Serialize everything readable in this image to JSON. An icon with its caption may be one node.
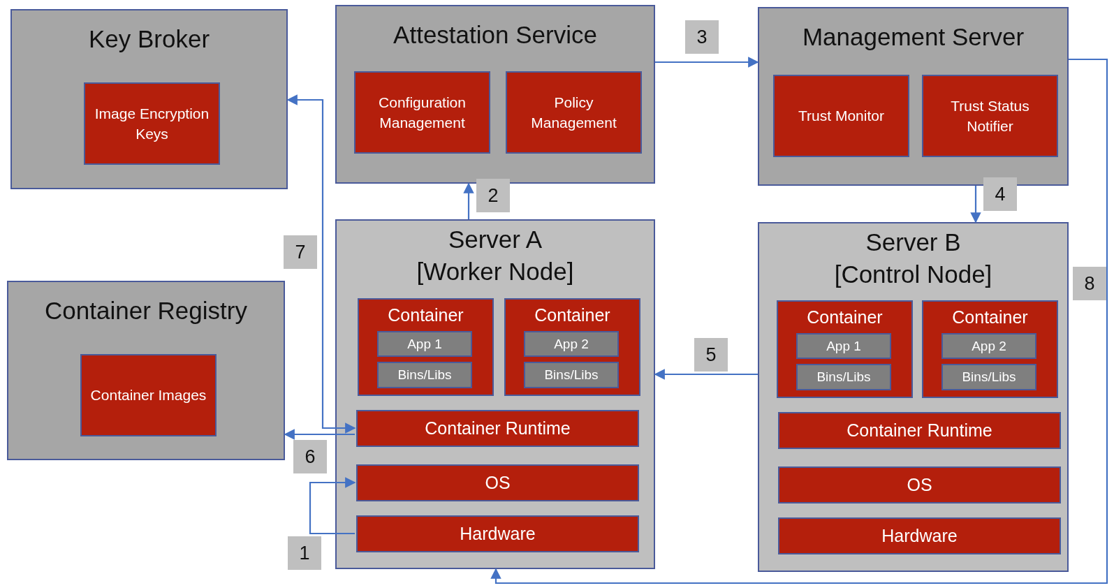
{
  "diagram": {
    "nodes": [
      {
        "text": [
          "Key Broker"
        ]
      },
      {
        "text": [
          "Image Encryption Keys"
        ],
        "in": 0
      },
      {
        "text": [
          "Attestation Service"
        ]
      },
      {
        "text": [
          "Configuration Management"
        ],
        "in": 2
      },
      {
        "text": [
          "Policy Management"
        ],
        "in": 2
      },
      {
        "text": [
          "Management Server"
        ]
      },
      {
        "text": [
          "Trust Monitor"
        ],
        "in": 5
      },
      {
        "text": [
          "Trust Status Notifier"
        ],
        "in": 5
      },
      {
        "text": [
          "Container Registry"
        ]
      },
      {
        "text": [
          "Container Images"
        ],
        "in": 8
      },
      {
        "text": [
          "Server A [Worker Node]"
        ]
      },
      {
        "text": [
          "Container"
        ],
        "in": 10
      },
      {
        "text": [
          "App 1"
        ],
        "in": 11
      },
      {
        "text": [
          "Bins/Libs"
        ],
        "in": 11
      },
      {
        "text": [
          "Container"
        ],
        "in": 10
      },
      {
        "text": [
          "App 2"
        ],
        "in": 14
      },
      {
        "text": [
          "Bins/Libs"
        ],
        "in": 14
      },
      {
        "text": [
          "Container Runtime"
        ],
        "in": 10
      },
      {
        "text": [
          "OS"
        ],
        "in": 10
      },
      {
        "text": [
          "Hardware"
        ],
        "in": 10
      },
      {
        "text": [
          "Server B [Control Node]"
        ]
      },
      {
        "text": [
          "Container"
        ],
        "in": 20
      },
      {
        "text": [
          "App 1"
        ],
        "in": 21
      },
      {
        "text": [
          "Bins/Libs"
        ],
        "in": 21
      },
      {
        "text": [
          "Container"
        ],
        "in": 20
      },
      {
        "text": [
          "App 2"
        ],
        "in": 24
      },
      {
        "text": [
          "Bins/Libs"
        ],
        "in": 24
      },
      {
        "text": [
          "Container Runtime"
        ],
        "in": 20
      },
      {
        "text": [
          "OS"
        ],
        "in": 20
      },
      {
        "text": [
          "Hardware"
        ],
        "in": 20
      }
    ],
    "edges": [
      {
        "from": 19,
        "to": 18,
        "arrow": "to",
        "label": "1"
      },
      {
        "from": 10,
        "to": 2,
        "arrow": "to",
        "label": "2"
      },
      {
        "from": 2,
        "to": 5,
        "arrow": "to",
        "label": "3"
      },
      {
        "from": 5,
        "to": 20,
        "arrow": "to",
        "label": "4"
      },
      {
        "from": 20,
        "to": 10,
        "arrow": "to",
        "label": "5"
      },
      {
        "from": 17,
        "to": 8,
        "arrow": "to",
        "label": "6"
      },
      {
        "from": 17,
        "to": 0,
        "arrow": "both",
        "label": "7"
      },
      {
        "from": 5,
        "to": 10,
        "arrow": "to",
        "label": "8"
      }
    ]
  }
}
